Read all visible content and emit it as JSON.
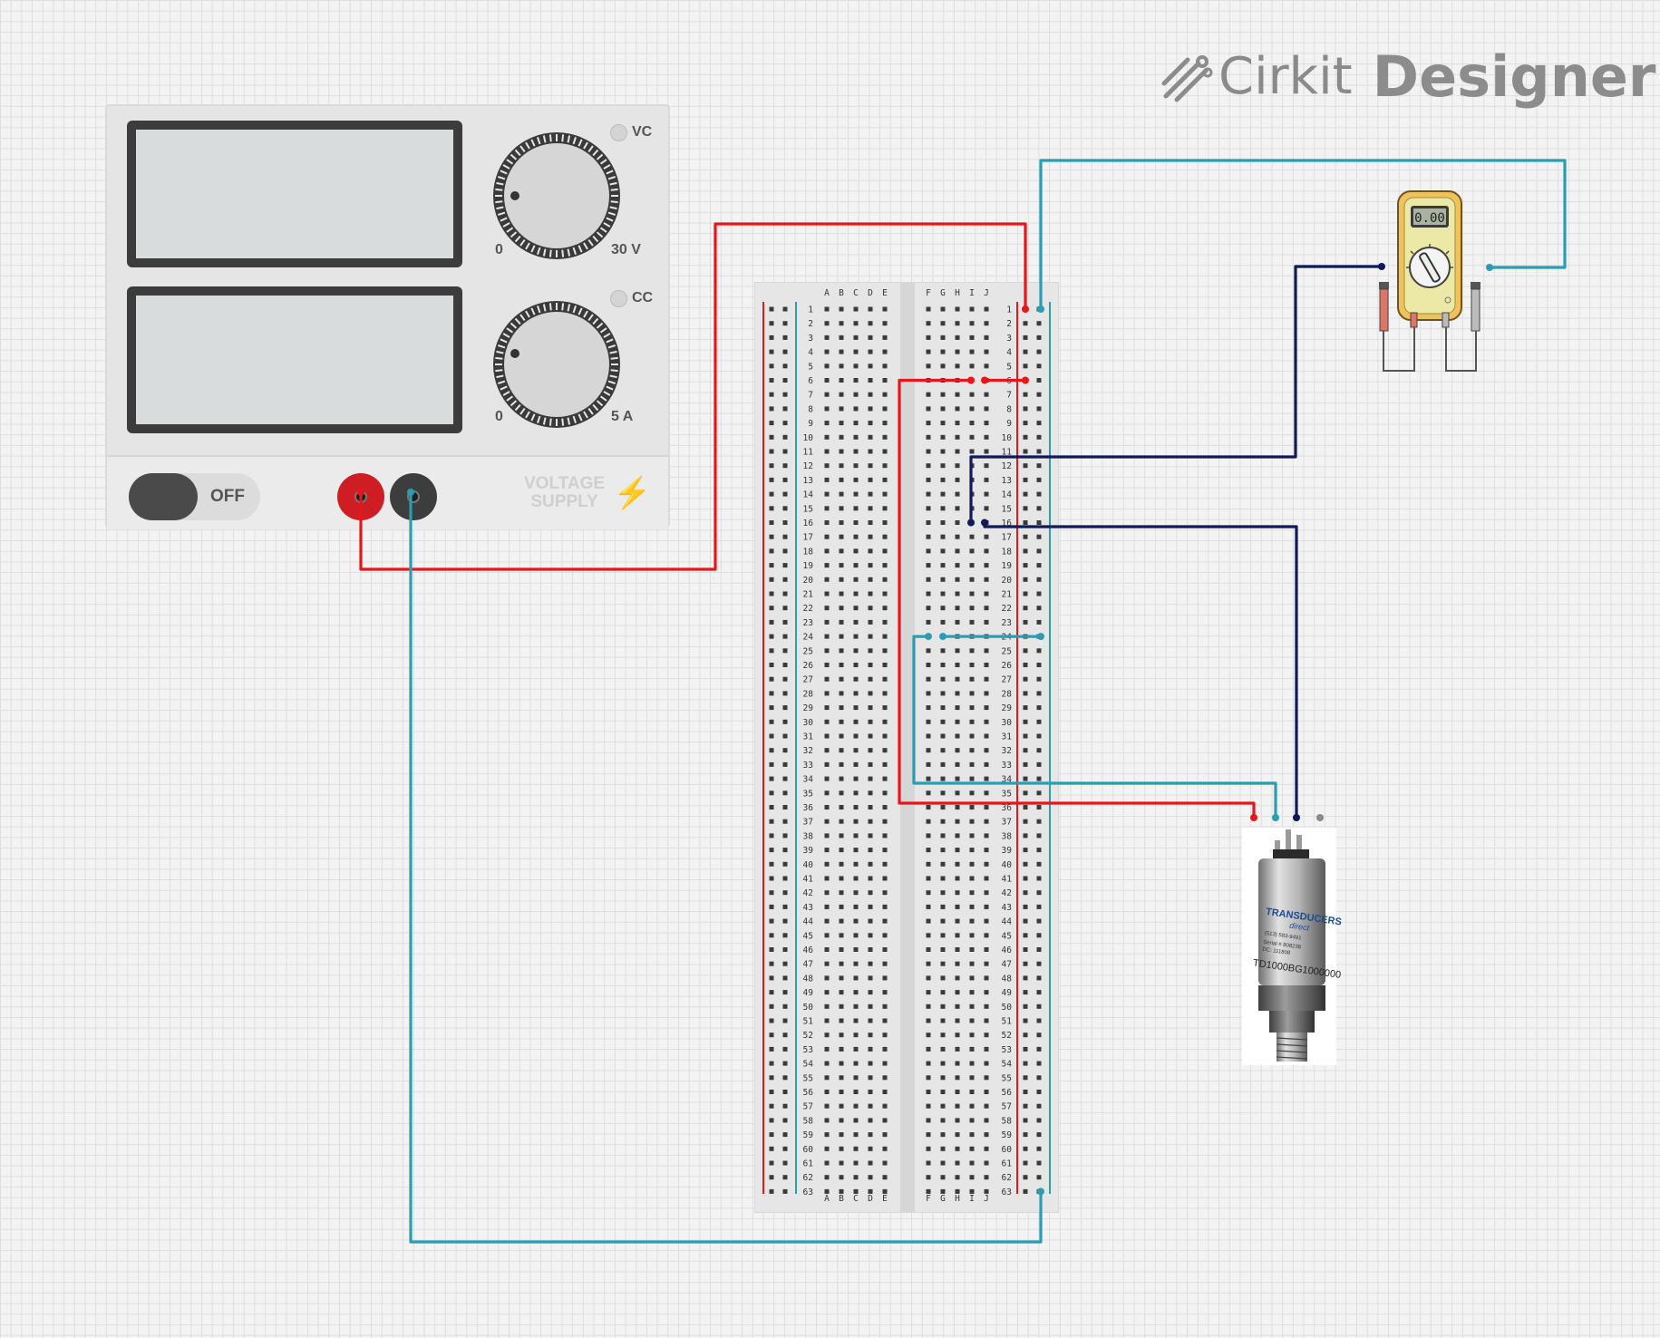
{
  "logo": {
    "brand": "Cirkit",
    "product": "Designer"
  },
  "power_supply": {
    "voltage_knob": {
      "min": "0",
      "max": "30 V",
      "indicator": "VC"
    },
    "current_knob": {
      "min": "0",
      "max": "5 A",
      "indicator": "CC"
    },
    "switch_label": "OFF",
    "panel_text_line1": "VOLTAGE",
    "panel_text_line2": "SUPPLY",
    "jacks": [
      "positive",
      "negative"
    ]
  },
  "breadboard": {
    "left_columns": [
      "A",
      "B",
      "C",
      "D",
      "E"
    ],
    "right_columns": [
      "F",
      "G",
      "H",
      "I",
      "J"
    ],
    "rows": 63
  },
  "multimeter": {
    "display": "0.00"
  },
  "sensor": {
    "brand": "TRANSDUCERS",
    "sub": "direct",
    "line1": "(513) 583-9491",
    "serial": "Serial # 808238",
    "date": "DC: 111808",
    "model": "TD1000BG1000000"
  },
  "wires": [
    {
      "name": "supply-positive-to-bb-row1",
      "color": "#e8161b"
    },
    {
      "name": "supply-negative-to-bb-row63",
      "color": "#2a9db5"
    },
    {
      "name": "bb-row1-to-multimeter",
      "color": "#2a9db5"
    },
    {
      "name": "multimeter-to-bb-row11",
      "color": "#0f1a5a"
    },
    {
      "name": "bb-row16-to-sensor",
      "color": "#0f1a5a"
    },
    {
      "name": "bb-row6-to-sensor",
      "color": "#e8161b"
    },
    {
      "name": "bb-row24-to-sensor",
      "color": "#2a9db5"
    }
  ]
}
